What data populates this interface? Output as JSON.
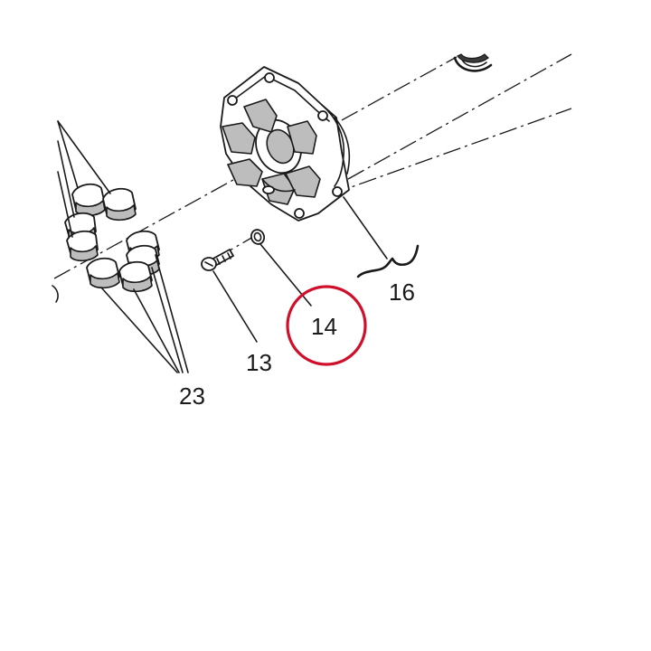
{
  "diagram": {
    "labels": {
      "p13": "13",
      "p14": "14",
      "p16": "16",
      "p23": "23"
    },
    "highlight": {
      "label": "14",
      "color": "#d0102b"
    },
    "colors": {
      "ink": "#1a1a1a",
      "shade": "#bdbdbd",
      "background": "#ffffff"
    }
  }
}
